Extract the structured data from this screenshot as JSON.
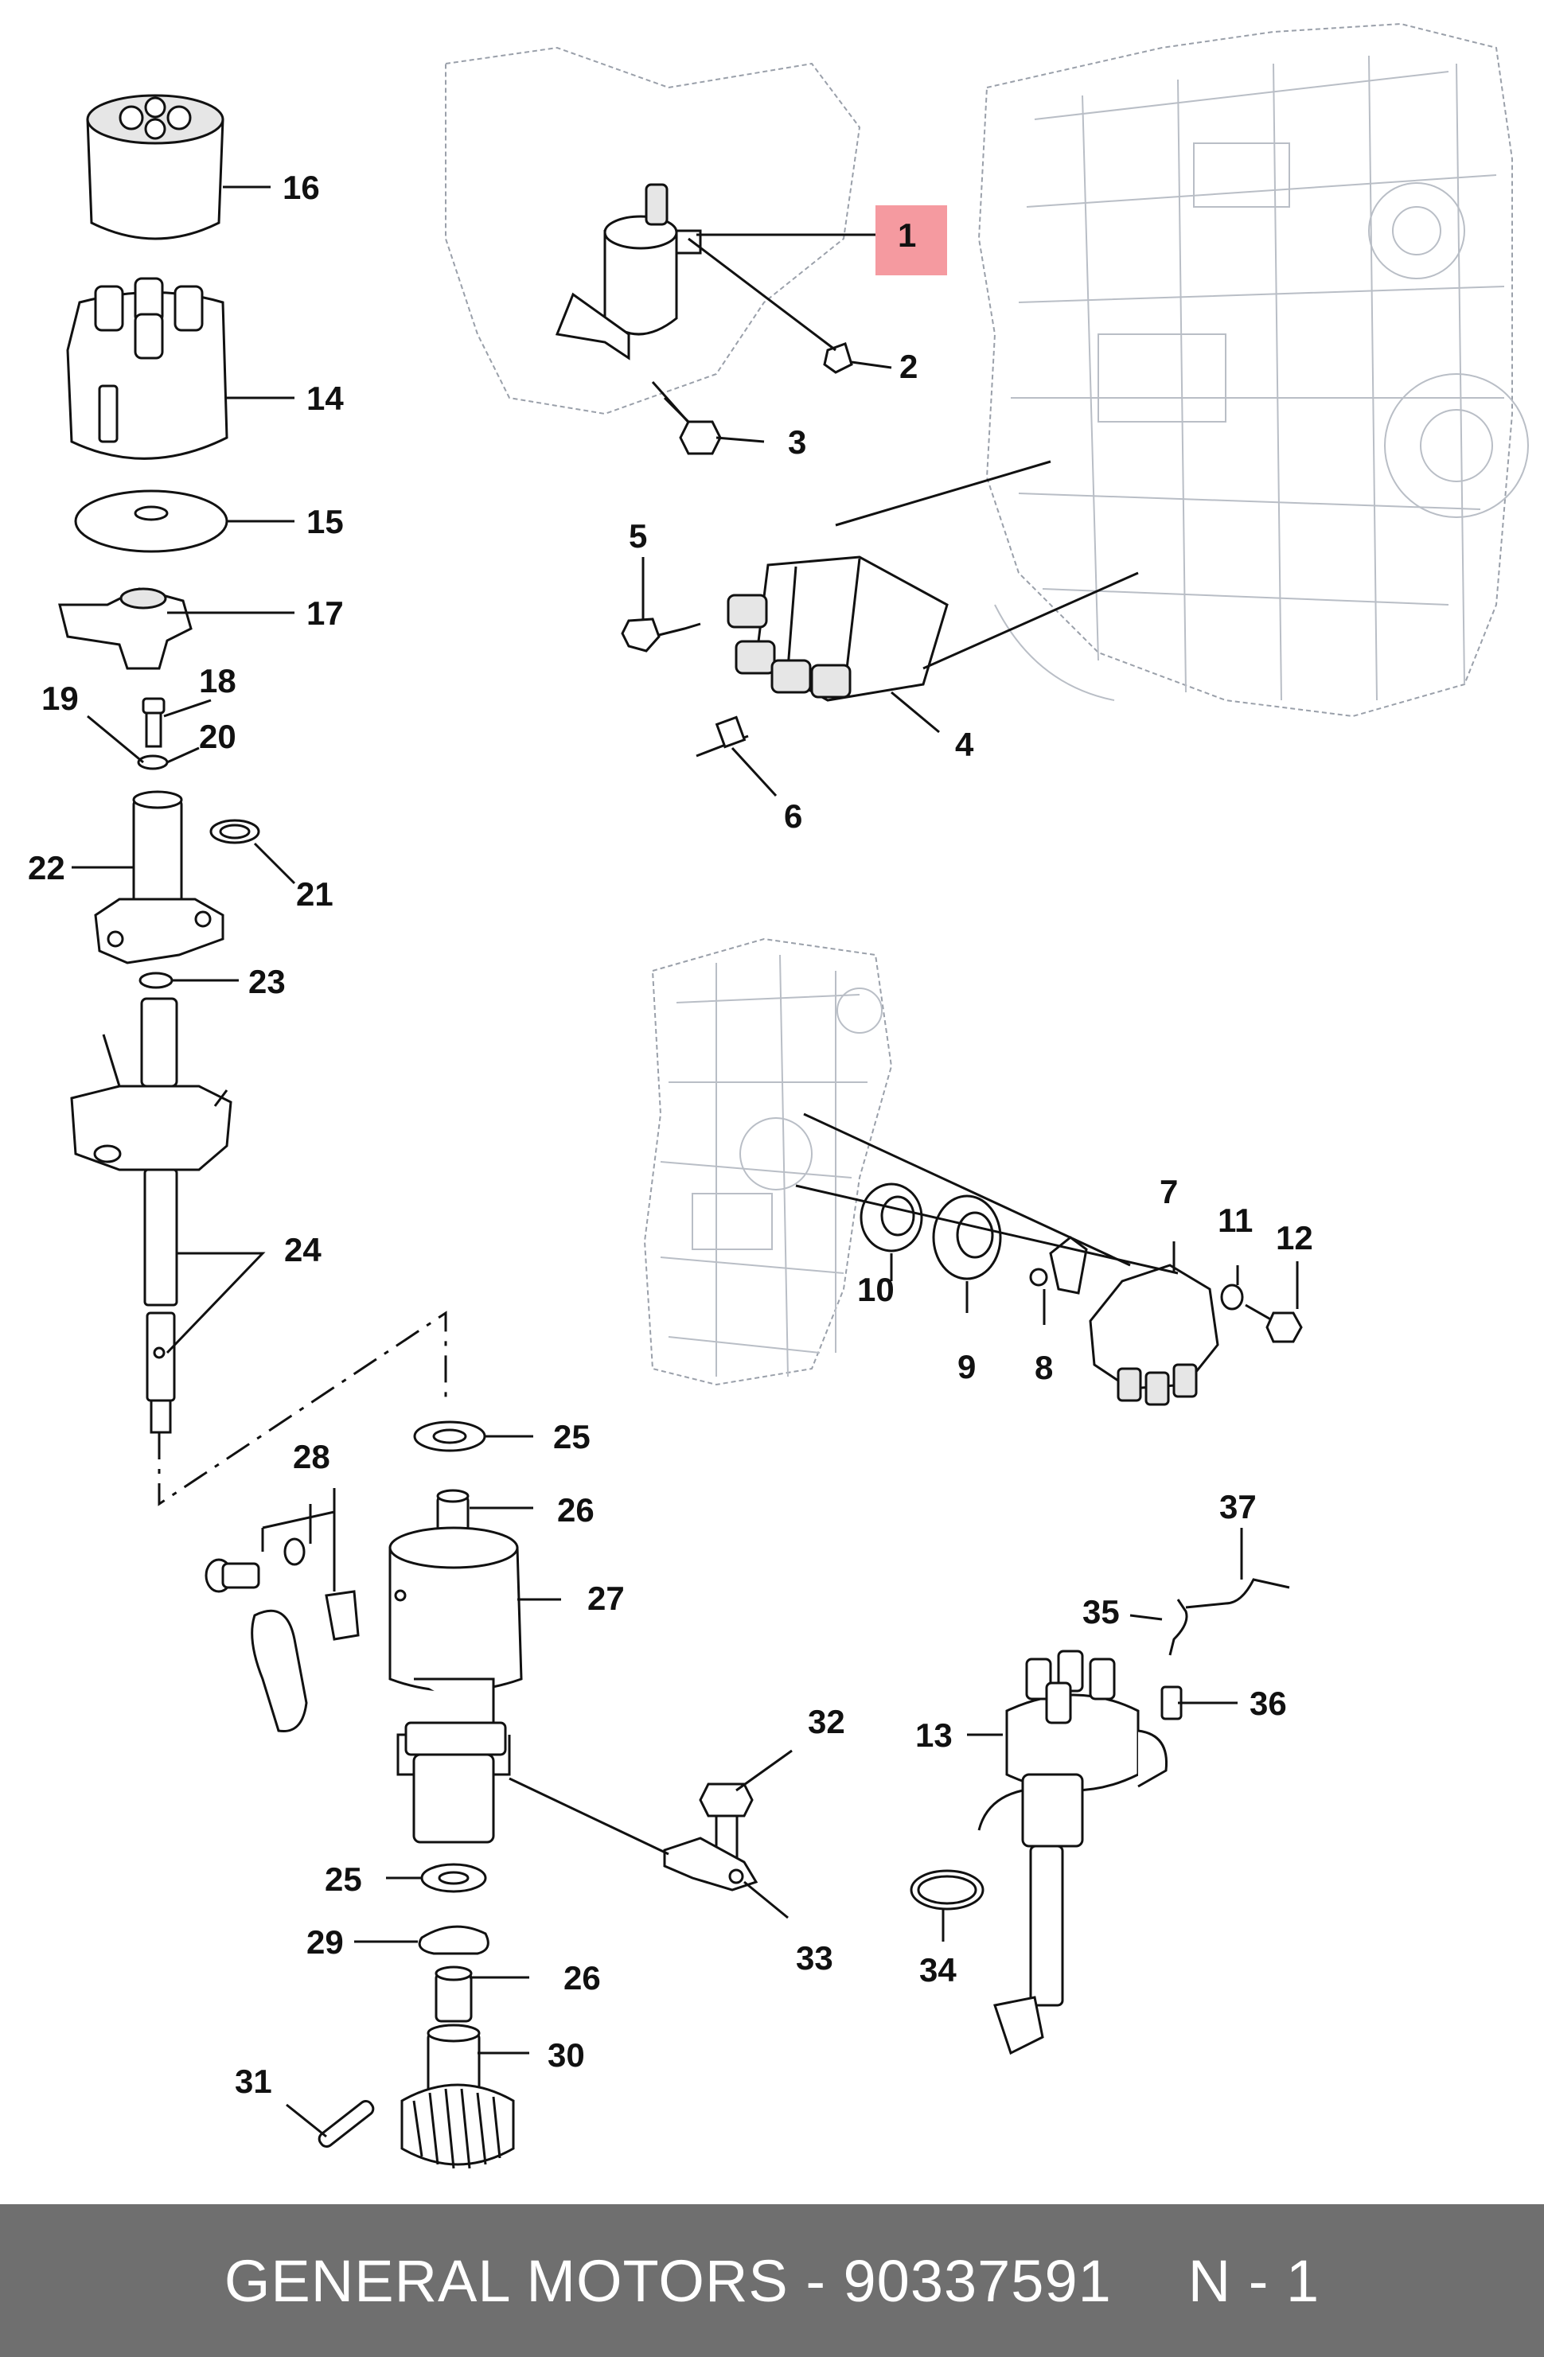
{
  "callouts": [
    {
      "id": "1",
      "text": "1",
      "highlighted": true
    },
    {
      "id": "2",
      "text": "2"
    },
    {
      "id": "3",
      "text": "3"
    },
    {
      "id": "4",
      "text": "4"
    },
    {
      "id": "5",
      "text": "5"
    },
    {
      "id": "6",
      "text": "6"
    },
    {
      "id": "7",
      "text": "7"
    },
    {
      "id": "8",
      "text": "8"
    },
    {
      "id": "9",
      "text": "9"
    },
    {
      "id": "10",
      "text": "10"
    },
    {
      "id": "11",
      "text": "11"
    },
    {
      "id": "12",
      "text": "12"
    },
    {
      "id": "13",
      "text": "13"
    },
    {
      "id": "14",
      "text": "14"
    },
    {
      "id": "15",
      "text": "15"
    },
    {
      "id": "16",
      "text": "16"
    },
    {
      "id": "17",
      "text": "17"
    },
    {
      "id": "18",
      "text": "18"
    },
    {
      "id": "19",
      "text": "19"
    },
    {
      "id": "20",
      "text": "20"
    },
    {
      "id": "21",
      "text": "21"
    },
    {
      "id": "22",
      "text": "22"
    },
    {
      "id": "23",
      "text": "23"
    },
    {
      "id": "24",
      "text": "24"
    },
    {
      "id": "25a",
      "text": "25"
    },
    {
      "id": "25b",
      "text": "25"
    },
    {
      "id": "26a",
      "text": "26"
    },
    {
      "id": "26b",
      "text": "26"
    },
    {
      "id": "27",
      "text": "27"
    },
    {
      "id": "28",
      "text": "28"
    },
    {
      "id": "29",
      "text": "29"
    },
    {
      "id": "30",
      "text": "30"
    },
    {
      "id": "31",
      "text": "31"
    },
    {
      "id": "32",
      "text": "32"
    },
    {
      "id": "33",
      "text": "33"
    },
    {
      "id": "34",
      "text": "34"
    },
    {
      "id": "35",
      "text": "35"
    },
    {
      "id": "36",
      "text": "36"
    },
    {
      "id": "37",
      "text": "37"
    }
  ],
  "highlight_color": "#f59aa0",
  "footer": {
    "brand_part": "GENERAL MOTORS - 90337591",
    "page": "N - 1",
    "background": "#6f6f6f",
    "text_color": "#ffffff"
  }
}
